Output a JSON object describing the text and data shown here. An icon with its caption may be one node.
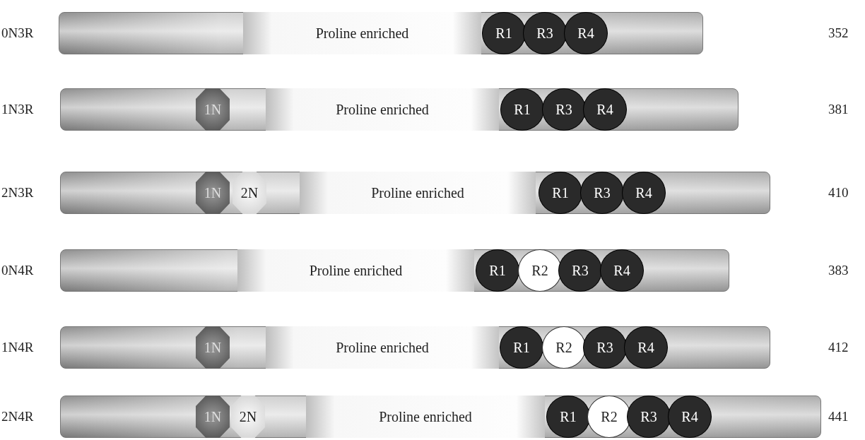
{
  "diagram": {
    "nodes": [
      {
        "text": [],
        "shape": "bar",
        "beside": [
          "0N3R"
        ]
      },
      {
        "text": [
          "Proline enriched"
        ],
        "in": 0
      },
      {
        "text": [
          "R1"
        ],
        "in": 0
      },
      {
        "text": [
          "R3"
        ],
        "in": 0
      },
      {
        "text": [
          "R4"
        ],
        "in": 0
      },
      {
        "text": [],
        "shape": "bar",
        "beside": [
          "1N3R"
        ]
      },
      {
        "text": [
          "1N"
        ],
        "in": 5
      },
      {
        "text": [
          "Proline enriched"
        ],
        "in": 5
      },
      {
        "text": [
          "R1"
        ],
        "in": 5
      },
      {
        "text": [
          "R3"
        ],
        "in": 5
      },
      {
        "text": [
          "R4"
        ],
        "in": 5
      },
      {
        "text": [],
        "shape": "bar",
        "beside": [
          "2N3R"
        ]
      },
      {
        "text": [
          "1N"
        ],
        "in": 11
      },
      {
        "text": [
          "2N"
        ],
        "in": 11
      },
      {
        "text": [
          "Proline enriched"
        ],
        "in": 11
      },
      {
        "text": [
          "R1"
        ],
        "in": 11
      },
      {
        "text": [
          "R3"
        ],
        "in": 11
      },
      {
        "text": [
          "R4"
        ],
        "in": 11
      },
      {
        "text": [],
        "shape": "bar",
        "beside": [
          "0N4R"
        ]
      },
      {
        "text": [
          "Proline enriched"
        ],
        "in": 18
      },
      {
        "text": [
          "R1"
        ],
        "in": 18
      },
      {
        "text": [
          "R2"
        ],
        "in": 18
      },
      {
        "text": [
          "R3"
        ],
        "in": 18
      },
      {
        "text": [
          "R4"
        ],
        "in": 18
      },
      {
        "text": [],
        "shape": "bar",
        "beside": [
          "1N4R"
        ]
      },
      {
        "text": [
          "1N"
        ],
        "in": 24
      },
      {
        "text": [
          "Proline enriched"
        ],
        "in": 24
      },
      {
        "text": [
          "R1"
        ],
        "in": 24
      },
      {
        "text": [
          "R2"
        ],
        "in": 24
      },
      {
        "text": [
          "R3"
        ],
        "in": 24
      },
      {
        "text": [
          "R4"
        ],
        "in": 24
      },
      {
        "text": [],
        "shape": "bar",
        "beside": [
          "2N4R"
        ]
      },
      {
        "text": [
          "1N"
        ],
        "in": 31
      },
      {
        "text": [
          "2N"
        ],
        "in": 31
      },
      {
        "text": [
          "Proline enriched"
        ],
        "in": 31
      },
      {
        "text": [
          "R1"
        ],
        "in": 31
      },
      {
        "text": [
          "R2"
        ],
        "in": 31
      },
      {
        "text": [
          "R3"
        ],
        "in": 31
      },
      {
        "text": [
          "R4"
        ],
        "in": 31
      }
    ],
    "labels": [
      "352",
      "381",
      "410",
      "383",
      "412",
      "441"
    ]
  }
}
